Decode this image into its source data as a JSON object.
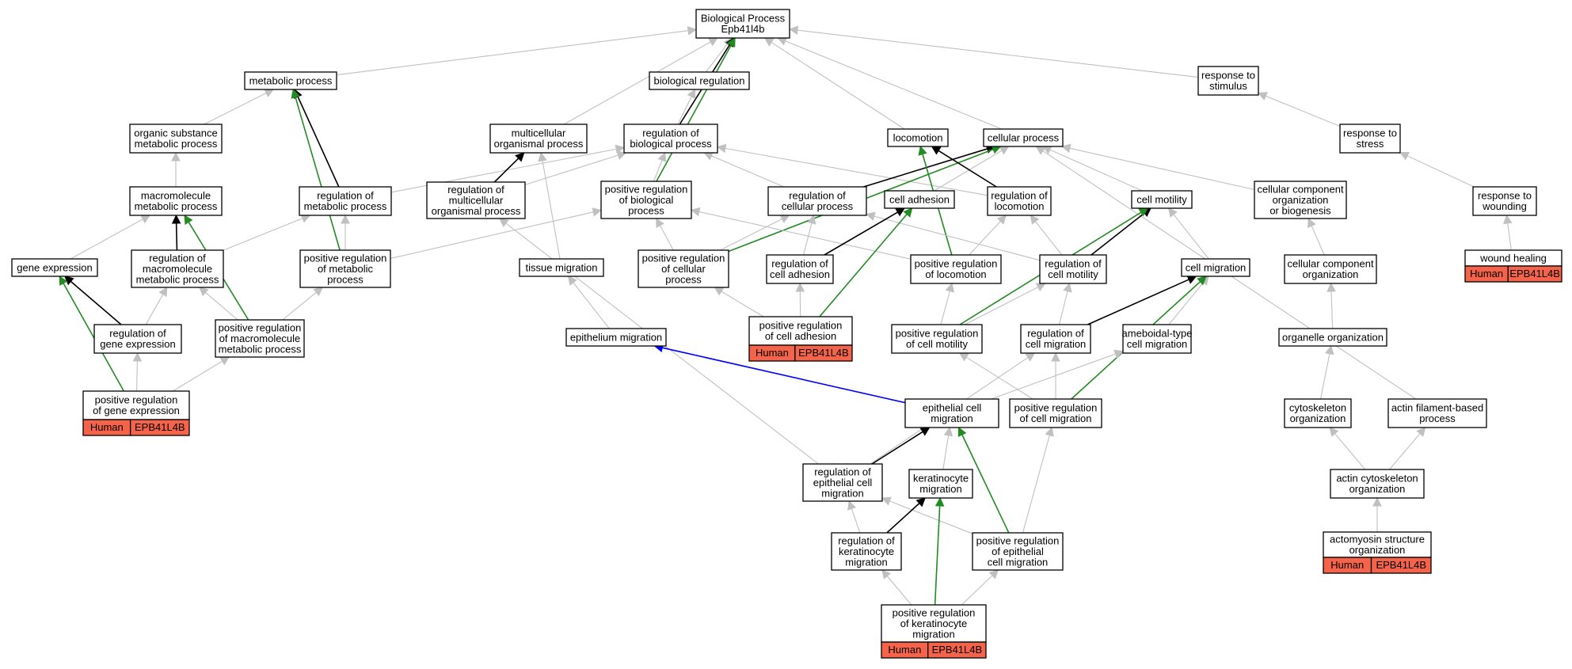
{
  "root": {
    "label": "Biological Process",
    "gene": "Epb41l4b"
  },
  "colors": {
    "is_a": "#c0c0c0",
    "part_of": "#000000",
    "positively_regulates": "#228b22",
    "regulates_other": "#0000ff",
    "annotation_fill": "#f5634a"
  },
  "annotation": {
    "species": "Human",
    "gene": "EPB41L4B"
  },
  "nodes": [
    {
      "id": "bp",
      "lines": [
        "Biological Process",
        "Epb41l4b"
      ]
    },
    {
      "id": "meta",
      "lines": [
        "metabolic process"
      ]
    },
    {
      "id": "bioreg",
      "lines": [
        "biological regulation"
      ]
    },
    {
      "id": "respstim",
      "lines": [
        "response to",
        "stimulus"
      ]
    },
    {
      "id": "orgsub",
      "lines": [
        "organic substance",
        "metabolic process"
      ]
    },
    {
      "id": "multi",
      "lines": [
        "multicellular",
        "organismal process"
      ]
    },
    {
      "id": "regbio",
      "lines": [
        "regulation of",
        "biological process"
      ]
    },
    {
      "id": "loco",
      "lines": [
        "locomotion"
      ]
    },
    {
      "id": "cellproc",
      "lines": [
        "cellular process"
      ]
    },
    {
      "id": "respstress",
      "lines": [
        "response to",
        "stress"
      ]
    },
    {
      "id": "macro",
      "lines": [
        "macromolecule",
        "metabolic process"
      ]
    },
    {
      "id": "regmeta",
      "lines": [
        "regulation of",
        "metabolic process"
      ]
    },
    {
      "id": "regmulti",
      "lines": [
        "regulation of",
        "multicellular",
        "organismal process"
      ]
    },
    {
      "id": "posregbio",
      "lines": [
        "positive regulation",
        "of biological",
        "process"
      ]
    },
    {
      "id": "regcell",
      "lines": [
        "regulation of",
        "cellular process"
      ]
    },
    {
      "id": "celladh",
      "lines": [
        "cell adhesion"
      ]
    },
    {
      "id": "regloco",
      "lines": [
        "regulation of",
        "locomotion"
      ]
    },
    {
      "id": "cellmot",
      "lines": [
        "cell motility"
      ]
    },
    {
      "id": "ccob",
      "lines": [
        "cellular component",
        "organization",
        "or biogenesis"
      ]
    },
    {
      "id": "respwound",
      "lines": [
        "response to",
        "wounding"
      ]
    },
    {
      "id": "geneexp",
      "lines": [
        "gene expression"
      ]
    },
    {
      "id": "regmacro",
      "lines": [
        "regulation of",
        "macromolecule",
        "metabolic process"
      ]
    },
    {
      "id": "posregmeta",
      "lines": [
        "positive regulation",
        "of metabolic",
        "process"
      ]
    },
    {
      "id": "tissue",
      "lines": [
        "tissue migration"
      ]
    },
    {
      "id": "posregcell",
      "lines": [
        "positive regulation",
        "of cellular",
        "process"
      ]
    },
    {
      "id": "regadh",
      "lines": [
        "regulation of",
        "cell adhesion"
      ]
    },
    {
      "id": "posregloco",
      "lines": [
        "positive regulation",
        "of locomotion"
      ]
    },
    {
      "id": "regmot",
      "lines": [
        "regulation of",
        "cell motility"
      ]
    },
    {
      "id": "cellmig",
      "lines": [
        "cell migration"
      ]
    },
    {
      "id": "ccorg",
      "lines": [
        "cellular component",
        "organization"
      ]
    },
    {
      "id": "wound",
      "lines": [
        "wound healing"
      ],
      "annotated": true
    },
    {
      "id": "regge",
      "lines": [
        "regulation of",
        "gene expression"
      ]
    },
    {
      "id": "posregmacro",
      "lines": [
        "positive regulation",
        "of macromolecule",
        "metabolic process"
      ]
    },
    {
      "id": "epimig",
      "lines": [
        "epithelium migration"
      ]
    },
    {
      "id": "posregadh",
      "lines": [
        "positive regulation",
        "of cell adhesion"
      ],
      "annotated": true
    },
    {
      "id": "posregmot",
      "lines": [
        "positive regulation",
        "of cell motility"
      ]
    },
    {
      "id": "regmig",
      "lines": [
        "regulation of",
        "cell migration"
      ]
    },
    {
      "id": "amoeb",
      "lines": [
        "ameboidal-type",
        "cell migration"
      ]
    },
    {
      "id": "organelle",
      "lines": [
        "organelle organization"
      ]
    },
    {
      "id": "posregge",
      "lines": [
        "positive regulation",
        "of gene expression"
      ],
      "annotated": true
    },
    {
      "id": "epicell",
      "lines": [
        "epithelial cell",
        "migration"
      ]
    },
    {
      "id": "posregmig",
      "lines": [
        "positive regulation",
        "of cell migration"
      ]
    },
    {
      "id": "cytoorg",
      "lines": [
        "cytoskeleton",
        "organization"
      ]
    },
    {
      "id": "actinproc",
      "lines": [
        "actin filament-based",
        "process"
      ]
    },
    {
      "id": "regepi",
      "lines": [
        "regulation of",
        "epithelial cell",
        "migration"
      ]
    },
    {
      "id": "kermig",
      "lines": [
        "keratinocyte",
        "migration"
      ]
    },
    {
      "id": "actincyto",
      "lines": [
        "actin cytoskeleton",
        "organization"
      ]
    },
    {
      "id": "regker",
      "lines": [
        "regulation of",
        "keratinocyte",
        "migration"
      ]
    },
    {
      "id": "posregepi",
      "lines": [
        "positive regulation",
        "of epithelial",
        "cell migration"
      ]
    },
    {
      "id": "actomyosin",
      "lines": [
        "actomyosin structure",
        "organization"
      ],
      "annotated": true
    },
    {
      "id": "posregker",
      "lines": [
        "positive regulation",
        "of keratinocyte",
        "migration"
      ],
      "annotated": true
    }
  ],
  "edges": [
    {
      "from": "meta",
      "to": "bp",
      "type": "is_a"
    },
    {
      "from": "bioreg",
      "to": "bp",
      "type": "is_a"
    },
    {
      "from": "multi",
      "to": "bp",
      "type": "is_a"
    },
    {
      "from": "regbio",
      "to": "bp",
      "type": "part_of"
    },
    {
      "from": "posregbio",
      "to": "bp",
      "type": "positively_regulates"
    },
    {
      "from": "loco",
      "to": "bp",
      "type": "is_a"
    },
    {
      "from": "cellproc",
      "to": "bp",
      "type": "is_a"
    },
    {
      "from": "respstim",
      "to": "bp",
      "type": "is_a"
    },
    {
      "from": "orgsub",
      "to": "meta",
      "type": "is_a"
    },
    {
      "from": "regmeta",
      "to": "meta",
      "type": "part_of"
    },
    {
      "from": "posregmeta",
      "to": "meta",
      "type": "positively_regulates"
    },
    {
      "from": "regbio",
      "to": "bioreg",
      "type": "is_a"
    },
    {
      "from": "respstress",
      "to": "respstim",
      "type": "is_a"
    },
    {
      "from": "respwound",
      "to": "respstress",
      "type": "is_a"
    },
    {
      "from": "wound",
      "to": "respwound",
      "type": "is_a"
    },
    {
      "from": "macro",
      "to": "orgsub",
      "type": "is_a"
    },
    {
      "from": "regmacro",
      "to": "macro",
      "type": "part_of"
    },
    {
      "from": "posregmacro",
      "to": "macro",
      "type": "positively_regulates"
    },
    {
      "from": "regmeta",
      "to": "regbio",
      "type": "is_a"
    },
    {
      "from": "regmulti",
      "to": "regbio",
      "type": "is_a"
    },
    {
      "from": "regcell",
      "to": "regbio",
      "type": "is_a"
    },
    {
      "from": "posregbio",
      "to": "regbio",
      "type": "is_a"
    },
    {
      "from": "regloco",
      "to": "regbio",
      "type": "is_a"
    },
    {
      "from": "regmulti",
      "to": "multi",
      "type": "part_of"
    },
    {
      "from": "tissue",
      "to": "multi",
      "type": "is_a"
    },
    {
      "from": "regcell",
      "to": "cellproc",
      "type": "part_of"
    },
    {
      "from": "celladh",
      "to": "cellproc",
      "type": "is_a"
    },
    {
      "from": "cellmot",
      "to": "cellproc",
      "type": "is_a"
    },
    {
      "from": "ccob",
      "to": "cellproc",
      "type": "is_a"
    },
    {
      "from": "actinproc",
      "to": "cellproc",
      "type": "is_a"
    },
    {
      "from": "posregcell",
      "to": "cellproc",
      "type": "positively_regulates"
    },
    {
      "from": "regloco",
      "to": "loco",
      "type": "part_of"
    },
    {
      "from": "posregloco",
      "to": "loco",
      "type": "positively_regulates"
    },
    {
      "from": "geneexp",
      "to": "macro",
      "type": "is_a"
    },
    {
      "from": "regmacro",
      "to": "regmeta",
      "type": "is_a"
    },
    {
      "from": "posregmeta",
      "to": "regmeta",
      "type": "is_a"
    },
    {
      "from": "regepi",
      "to": "regmulti",
      "type": "is_a"
    },
    {
      "from": "posregmeta",
      "to": "posregbio",
      "type": "is_a"
    },
    {
      "from": "posregcell",
      "to": "posregbio",
      "type": "is_a"
    },
    {
      "from": "posregloco",
      "to": "posregbio",
      "type": "is_a"
    },
    {
      "from": "posregcell",
      "to": "regcell",
      "type": "is_a"
    },
    {
      "from": "regadh",
      "to": "regcell",
      "type": "is_a"
    },
    {
      "from": "regmot",
      "to": "regcell",
      "type": "is_a"
    },
    {
      "from": "regadh",
      "to": "celladh",
      "type": "part_of"
    },
    {
      "from": "posregadh",
      "to": "celladh",
      "type": "positively_regulates"
    },
    {
      "from": "posregloco",
      "to": "regloco",
      "type": "is_a"
    },
    {
      "from": "regmot",
      "to": "regloco",
      "type": "is_a"
    },
    {
      "from": "regmot",
      "to": "cellmot",
      "type": "part_of"
    },
    {
      "from": "cellmig",
      "to": "cellmot",
      "type": "is_a"
    },
    {
      "from": "posregmot",
      "to": "cellmot",
      "type": "positively_regulates"
    },
    {
      "from": "ccorg",
      "to": "ccob",
      "type": "is_a"
    },
    {
      "from": "regge",
      "to": "geneexp",
      "type": "part_of"
    },
    {
      "from": "posregge",
      "to": "geneexp",
      "type": "positively_regulates"
    },
    {
      "from": "regge",
      "to": "regmacro",
      "type": "is_a"
    },
    {
      "from": "posregmacro",
      "to": "regmacro",
      "type": "is_a"
    },
    {
      "from": "posregmacro",
      "to": "posregmeta",
      "type": "is_a"
    },
    {
      "from": "epimig",
      "to": "tissue",
      "type": "is_a"
    },
    {
      "from": "posregadh",
      "to": "posregcell",
      "type": "is_a"
    },
    {
      "from": "posregadh",
      "to": "regadh",
      "type": "is_a"
    },
    {
      "from": "posregmot",
      "to": "posregloco",
      "type": "is_a"
    },
    {
      "from": "posregmot",
      "to": "regmot",
      "type": "is_a"
    },
    {
      "from": "regmig",
      "to": "regmot",
      "type": "is_a"
    },
    {
      "from": "regmig",
      "to": "cellmig",
      "type": "part_of"
    },
    {
      "from": "amoeb",
      "to": "cellmig",
      "type": "is_a"
    },
    {
      "from": "posregmig",
      "to": "cellmig",
      "type": "positively_regulates"
    },
    {
      "from": "organelle",
      "to": "ccorg",
      "type": "is_a"
    },
    {
      "from": "posregge",
      "to": "posregmacro",
      "type": "is_a"
    },
    {
      "from": "posregge",
      "to": "regge",
      "type": "is_a"
    },
    {
      "from": "epicell",
      "to": "epimig",
      "type": "regulates_other"
    },
    {
      "from": "epicell",
      "to": "amoeb",
      "type": "is_a"
    },
    {
      "from": "posregmig",
      "to": "posregmot",
      "type": "is_a"
    },
    {
      "from": "posregmig",
      "to": "regmig",
      "type": "is_a"
    },
    {
      "from": "regepi",
      "to": "regmig",
      "type": "is_a"
    },
    {
      "from": "cytoorg",
      "to": "organelle",
      "type": "is_a"
    },
    {
      "from": "regepi",
      "to": "epicell",
      "type": "part_of"
    },
    {
      "from": "kermig",
      "to": "epicell",
      "type": "is_a"
    },
    {
      "from": "posregepi",
      "to": "epicell",
      "type": "positively_regulates"
    },
    {
      "from": "posregepi",
      "to": "posregmig",
      "type": "is_a"
    },
    {
      "from": "actincyto",
      "to": "cytoorg",
      "type": "is_a"
    },
    {
      "from": "actincyto",
      "to": "actinproc",
      "type": "is_a"
    },
    {
      "from": "regker",
      "to": "regepi",
      "type": "is_a"
    },
    {
      "from": "posregepi",
      "to": "regepi",
      "type": "is_a"
    },
    {
      "from": "regker",
      "to": "kermig",
      "type": "part_of"
    },
    {
      "from": "posregker",
      "to": "kermig",
      "type": "positively_regulates"
    },
    {
      "from": "actomyosin",
      "to": "actincyto",
      "type": "is_a"
    },
    {
      "from": "posregker",
      "to": "regker",
      "type": "is_a"
    },
    {
      "from": "posregker",
      "to": "posregepi",
      "type": "is_a"
    }
  ]
}
